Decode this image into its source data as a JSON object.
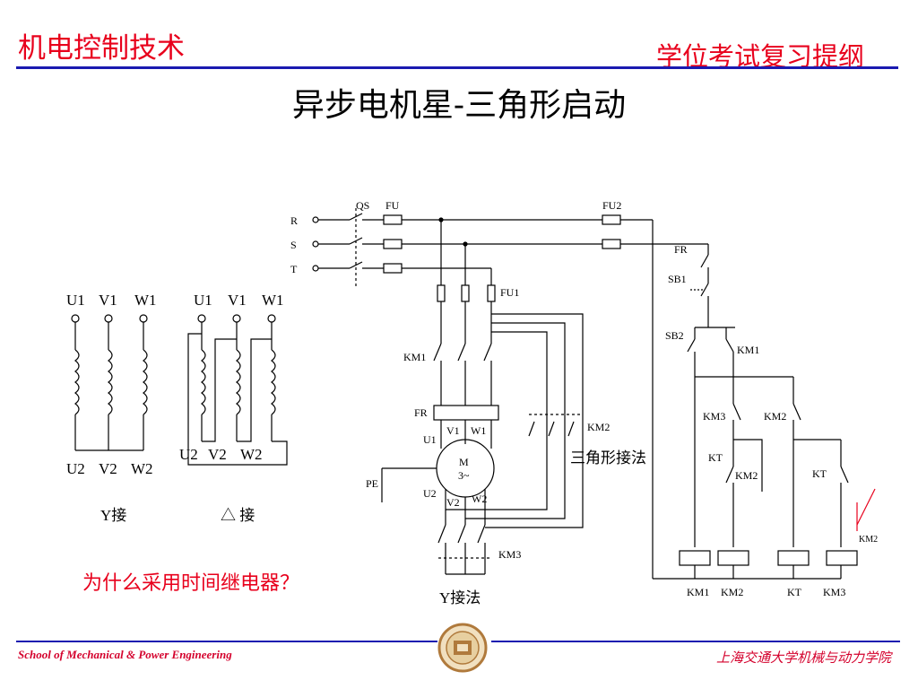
{
  "header": {
    "left": "机电控制技术",
    "right": "学位考试复习提纲"
  },
  "title": "异步电机星-三角形启动",
  "question": "为什么采用时间继电器？",
  "footer": {
    "left": "School of Mechanical & Power Engineering",
    "right": "上海交通大学机械与动力学院"
  },
  "diagram": {
    "phases": [
      "R",
      "S",
      "T"
    ],
    "labels": {
      "qs": "QS",
      "fu": "FU",
      "fu2": "FU2",
      "fu1": "FU1",
      "fr": "FR",
      "km1": "KM1",
      "km2": "KM2",
      "km3": "KM3",
      "kt": "KT",
      "sb1": "SB1",
      "sb2": "SB2",
      "pe": "PE",
      "u1": "U1",
      "v1": "V1",
      "w1": "W1",
      "u2": "U2",
      "v2": "V2",
      "w2": "W2",
      "motor": "M",
      "motor_sub": "3~",
      "delta_wiring": "三角形接法",
      "y_wiring": "Y接法",
      "star_caption": "Y接",
      "delta_caption": "△ 接"
    },
    "coils": [
      "KM1",
      "KM2",
      "KT",
      "KM3"
    ]
  }
}
